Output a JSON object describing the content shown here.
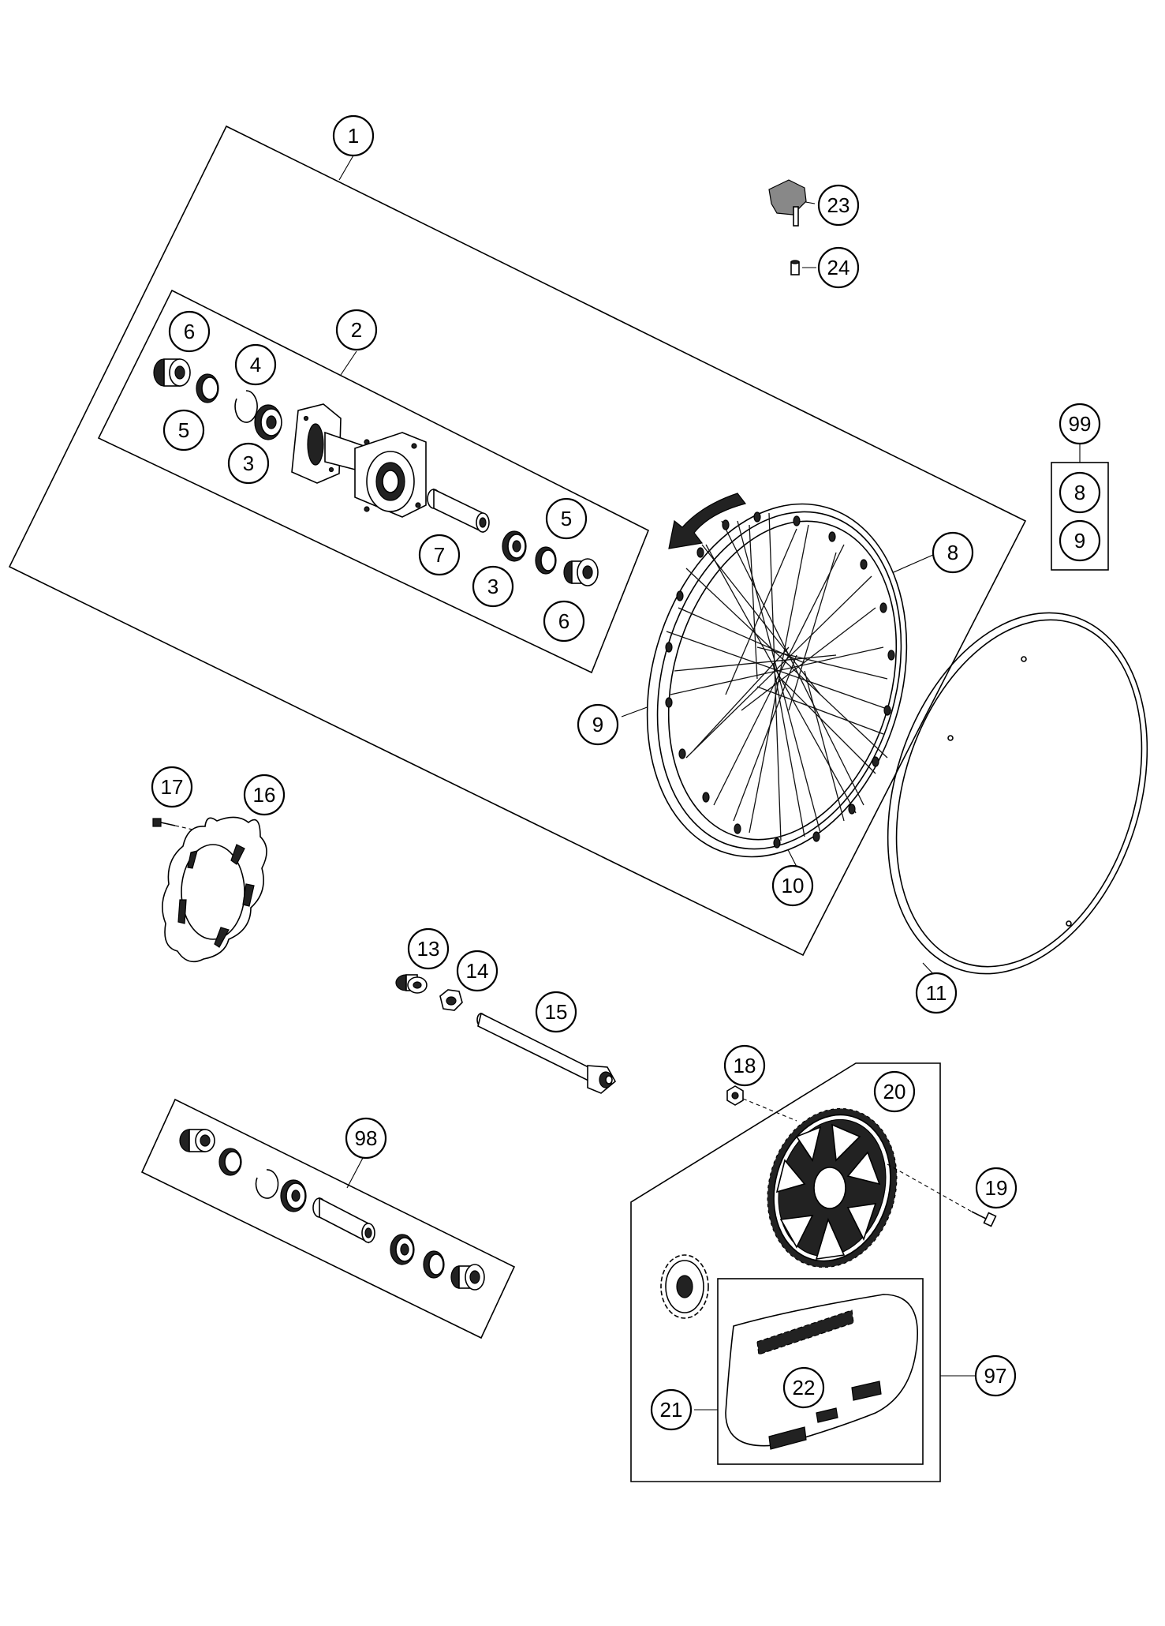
{
  "callouts": {
    "c1": "1",
    "c2": "2",
    "c6a": "6",
    "c4": "4",
    "c5a": "5",
    "c3a": "3",
    "c7": "7",
    "c5b": "5",
    "c3b": "3",
    "c6b": "6",
    "c8": "8",
    "c9a": "9",
    "c10": "10",
    "c11": "11",
    "c23": "23",
    "c24": "24",
    "c99": "99",
    "c99_8": "8",
    "c99_9": "9",
    "c17": "17",
    "c16": "16",
    "c13": "13",
    "c14": "14",
    "c15": "15",
    "c98": "98",
    "c18": "18",
    "c20": "20",
    "c19": "19",
    "c22": "22",
    "c21": "21",
    "c97": "97"
  }
}
